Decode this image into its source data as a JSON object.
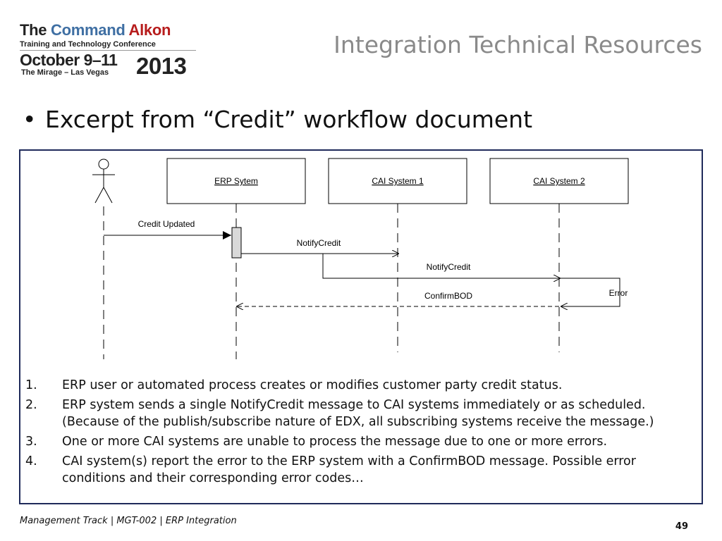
{
  "logo": {
    "line1_prefix": "The ",
    "line1_command": "Command",
    "line1_alkon": " Alkon",
    "line2": "Training and Technology Conference",
    "line3": "October 9–11",
    "line4": "The Mirage – Las Vegas",
    "year": "2013"
  },
  "slide": {
    "title": "Integration Technical Resources",
    "bullet": "Excerpt from “Credit” workflow document"
  },
  "diagram": {
    "lifelines": [
      "ERP Sytem",
      "CAI System 1",
      "CAI System 2"
    ],
    "messages": {
      "credit_updated": "Credit Updated",
      "notify_credit_1": "NotifyCredit",
      "notify_credit_2": "NotifyCredit",
      "confirm_bod": "ConfirmBOD",
      "error": "Error"
    }
  },
  "steps": [
    {
      "num": "1.",
      "text": "ERP user or automated process creates or modifies customer party credit status."
    },
    {
      "num": "2.",
      "text": "ERP system sends a single NotifyCredit message to CAI systems immediately or as scheduled.  (Because of the publish/subscribe nature of EDX, all subscribing systems receive the message.)"
    },
    {
      "num": "3.",
      "text": "One or more CAI systems are unable to process the message due to one or more errors."
    },
    {
      "num": "4.",
      "text": "CAI system(s) report the error to the ERP system with a ConfirmBOD message.  Possible error conditions and their corresponding error codes…"
    }
  ],
  "footer": {
    "track": "Management Track | MGT-002 | ERP Integration",
    "page": "49"
  },
  "colors": {
    "title": "#8a8a8a",
    "frame": "#1f2a5a",
    "logo_blue": "#3f6fa3",
    "logo_red": "#b71c1c"
  }
}
